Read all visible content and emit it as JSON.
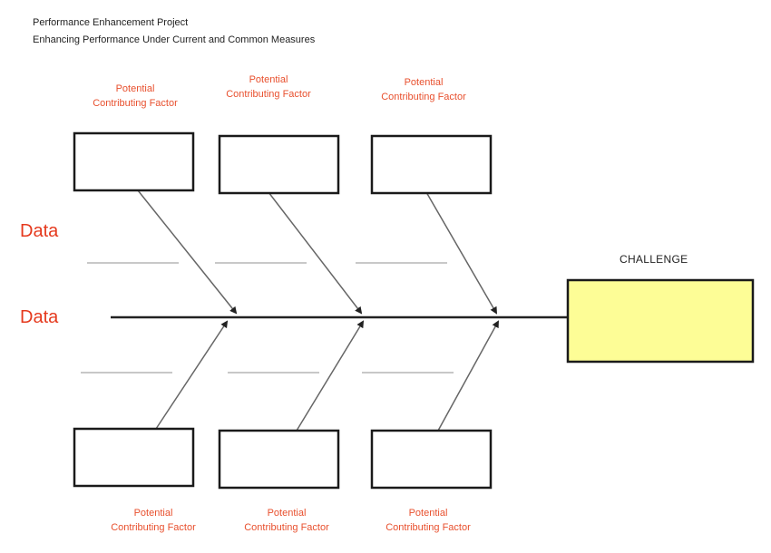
{
  "header": {
    "title": "Performance Enhancement Project",
    "subtitle": "Enhancing Performance Under Current and Common Measures"
  },
  "challenge": {
    "label": "CHALLENGE",
    "fill_color": "#fdfd96"
  },
  "data_labels": [
    "Data",
    "Data"
  ],
  "top_factors": [
    {
      "line1": "Potential",
      "line2": "Contributing Factor"
    },
    {
      "line1": "Potential",
      "line2": "Contributing Factor"
    },
    {
      "line1": "Potential",
      "line2": "Contributing Factor"
    }
  ],
  "bottom_factors": [
    {
      "line1": "Potential",
      "line2": "Contributing Factor"
    },
    {
      "line1": "Potential",
      "line2": "Contributing Factor"
    },
    {
      "line1": "Potential",
      "line2": "Contributing Factor"
    }
  ],
  "colors": {
    "accent": "#e8502e",
    "data_label": "#e5391d",
    "box_border": "#1a1a1a",
    "spine": "#222222",
    "bone": "#666666",
    "placeholder_line": "#b5b5b5"
  }
}
